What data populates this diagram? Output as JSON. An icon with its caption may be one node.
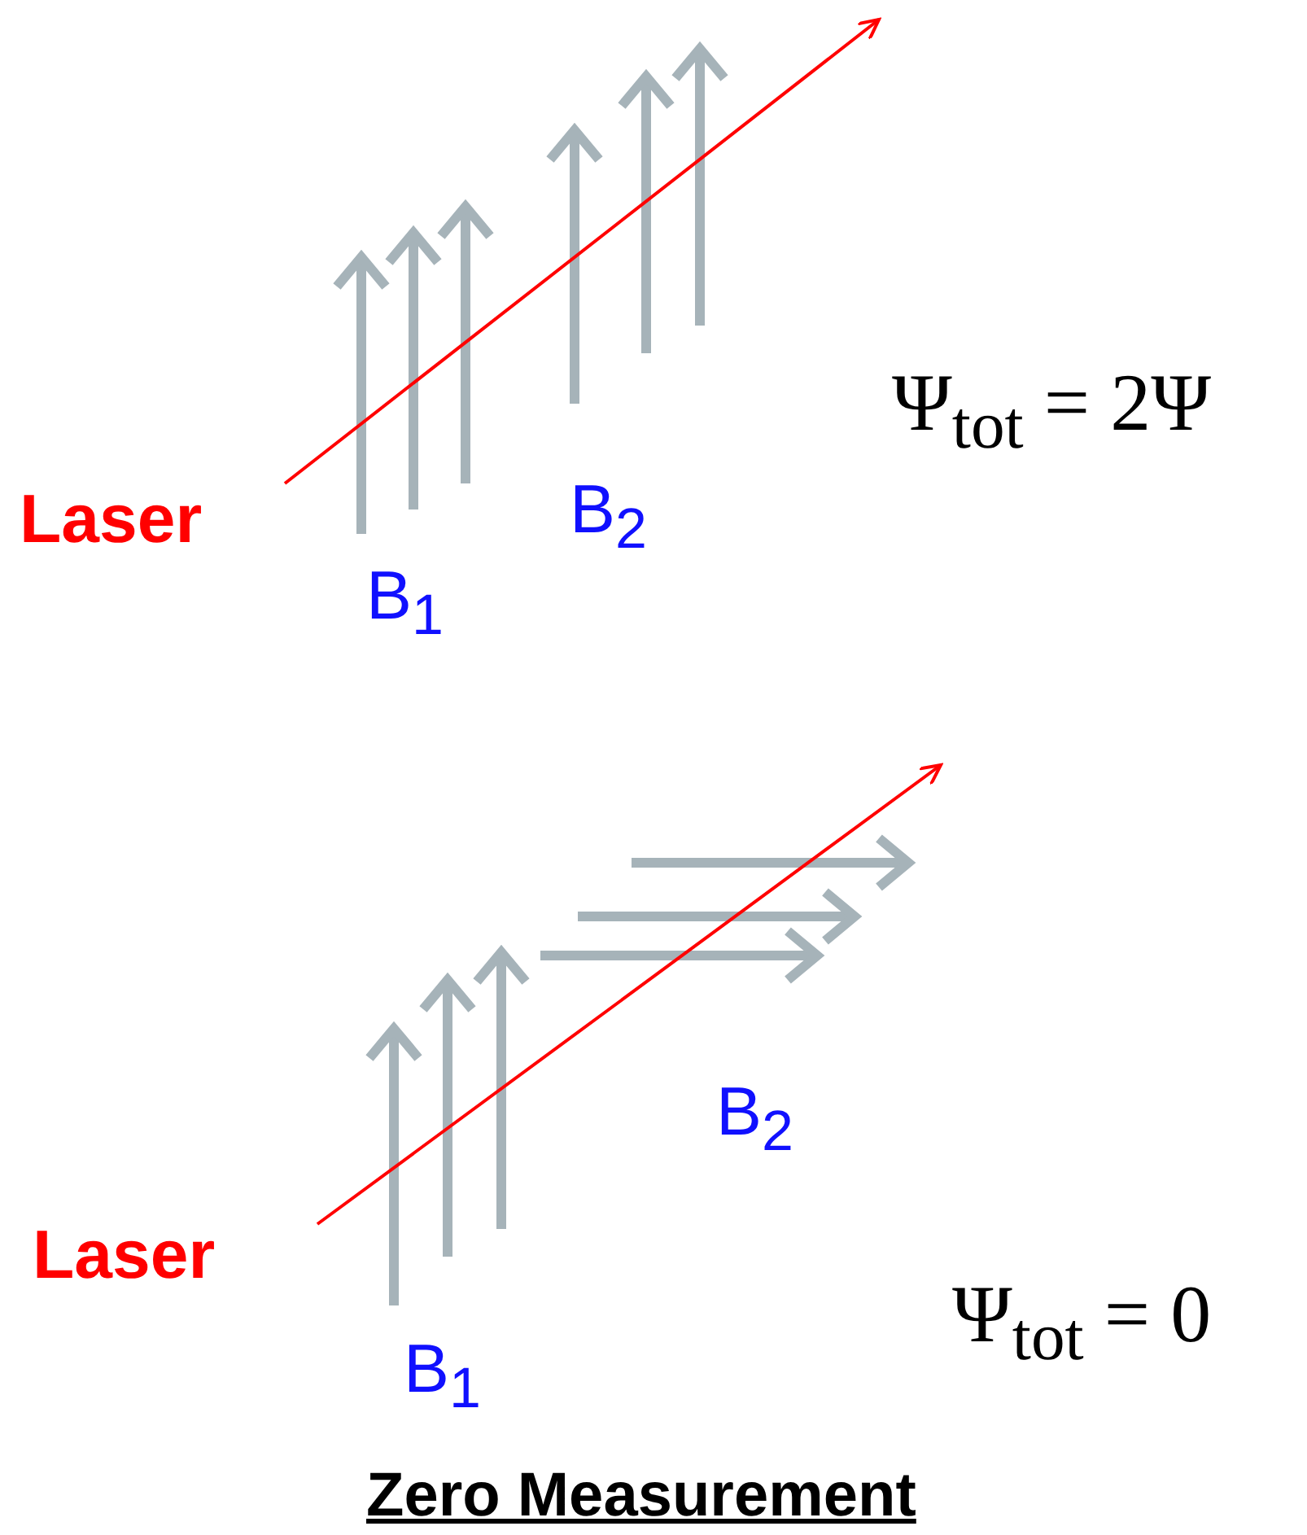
{
  "diagram": {
    "caption": "Zero Measurement",
    "labels": [
      "Laser",
      "B$_{1}$",
      "B$_{2}$",
      "Ψ$_{tot}$ = 2Ψ",
      "Laser",
      "B$_{1}$",
      "B$_{2}$",
      "Ψ$_{tot}$ = 0"
    ]
  }
}
